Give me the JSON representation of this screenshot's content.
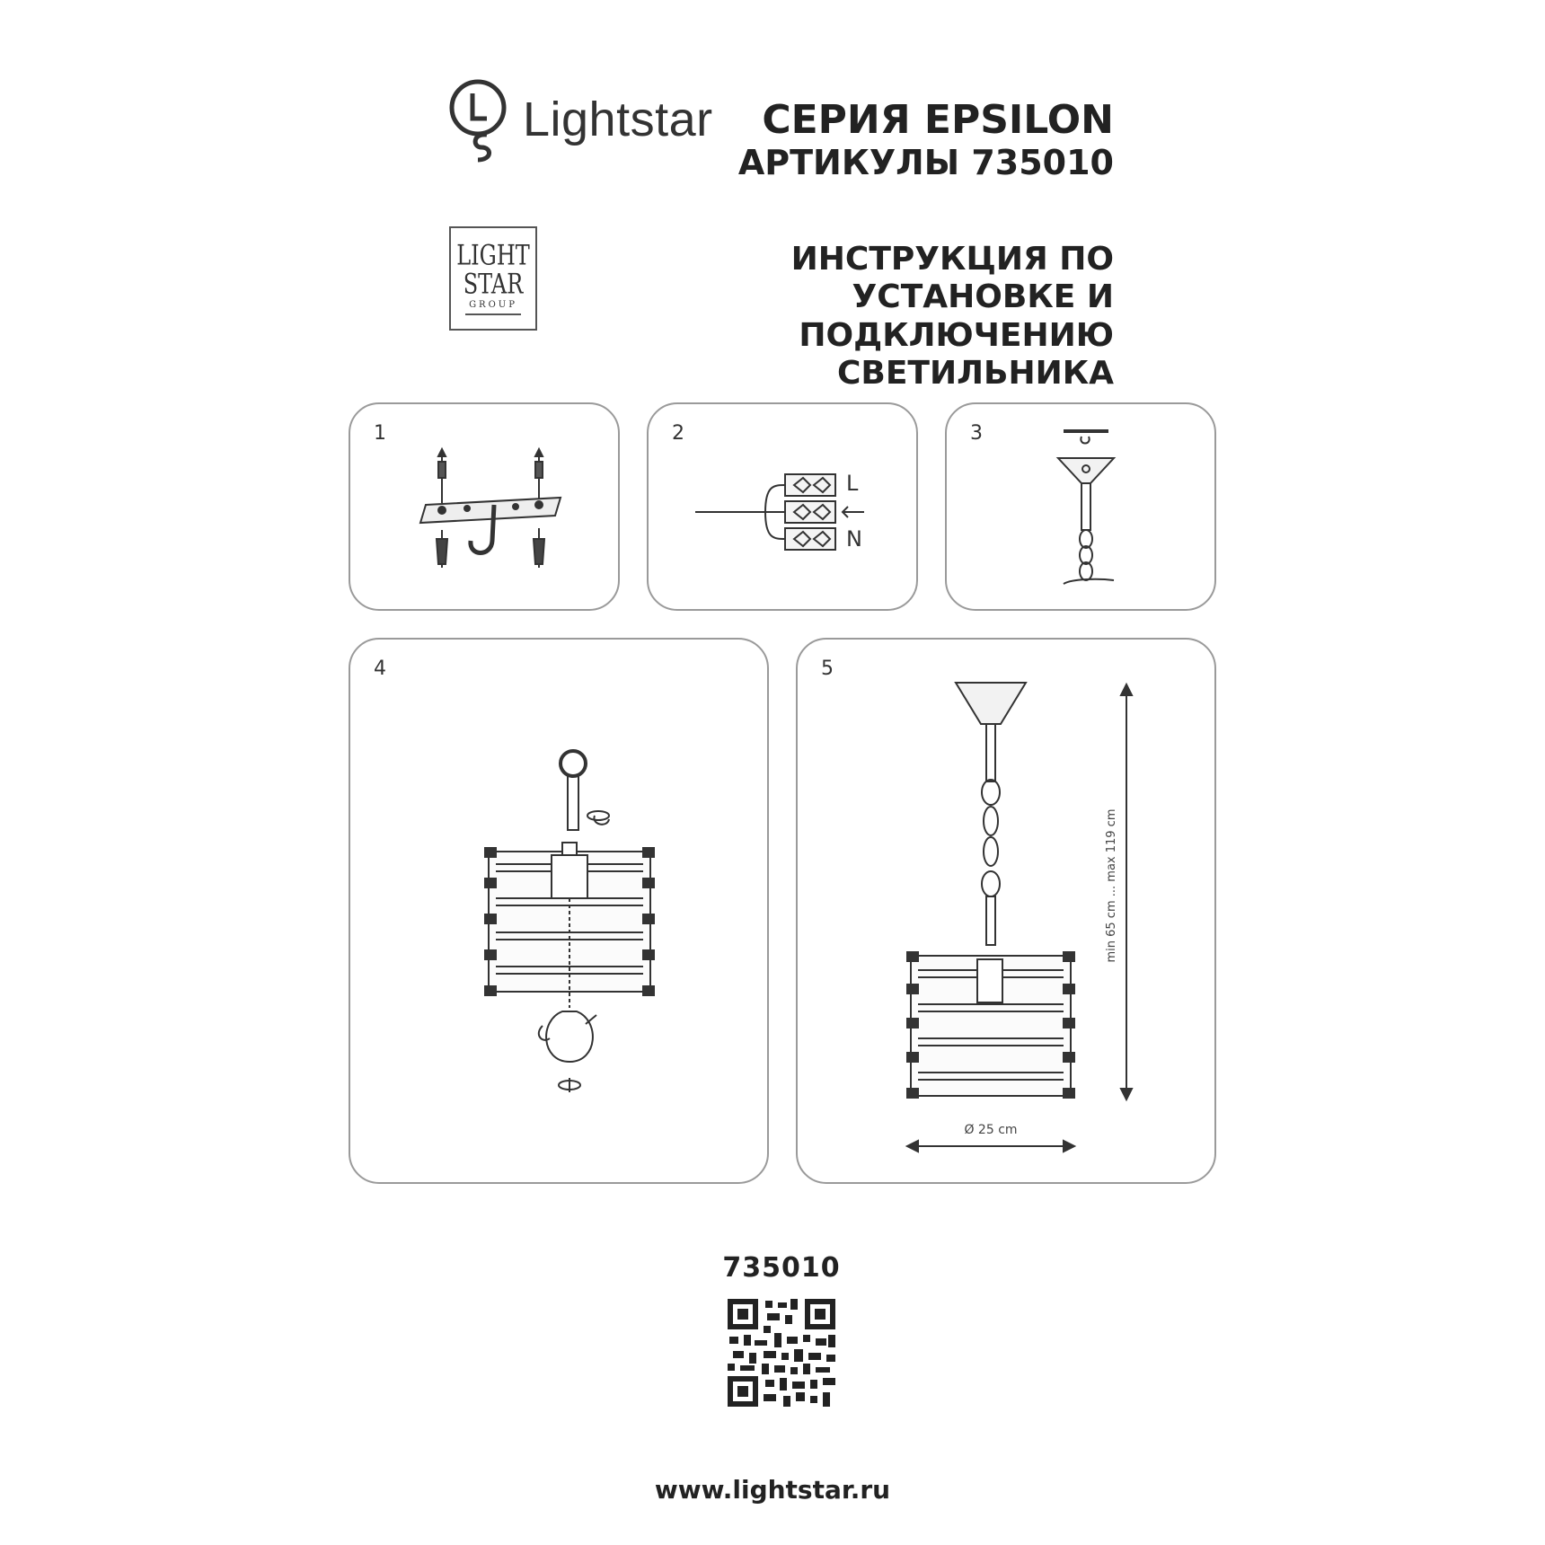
{
  "header": {
    "brand": "Lightstar",
    "series": "СЕРИЯ EPSILON",
    "articles": "АРТИКУЛЫ 735010",
    "stamp_line1": "LIGHT",
    "stamp_line2": "STAR",
    "stamp_line3": "GROUP",
    "instruction_line1": "ИНСТРУКЦИЯ ПО УСТАНОВКЕ И",
    "instruction_line2": "ПОДКЛЮЧЕНИЮ СВЕТИЛЬНИКА"
  },
  "steps": [
    {
      "number": "1"
    },
    {
      "number": "2",
      "label_l": "L",
      "label_n": "N"
    },
    {
      "number": "3"
    },
    {
      "number": "4"
    },
    {
      "number": "5",
      "height_label": "min 65 cm ... max 119 cm",
      "diameter_label": "Ø 25 cm"
    }
  ],
  "footer": {
    "article": "735010",
    "website": "www.lightstar.ru"
  }
}
